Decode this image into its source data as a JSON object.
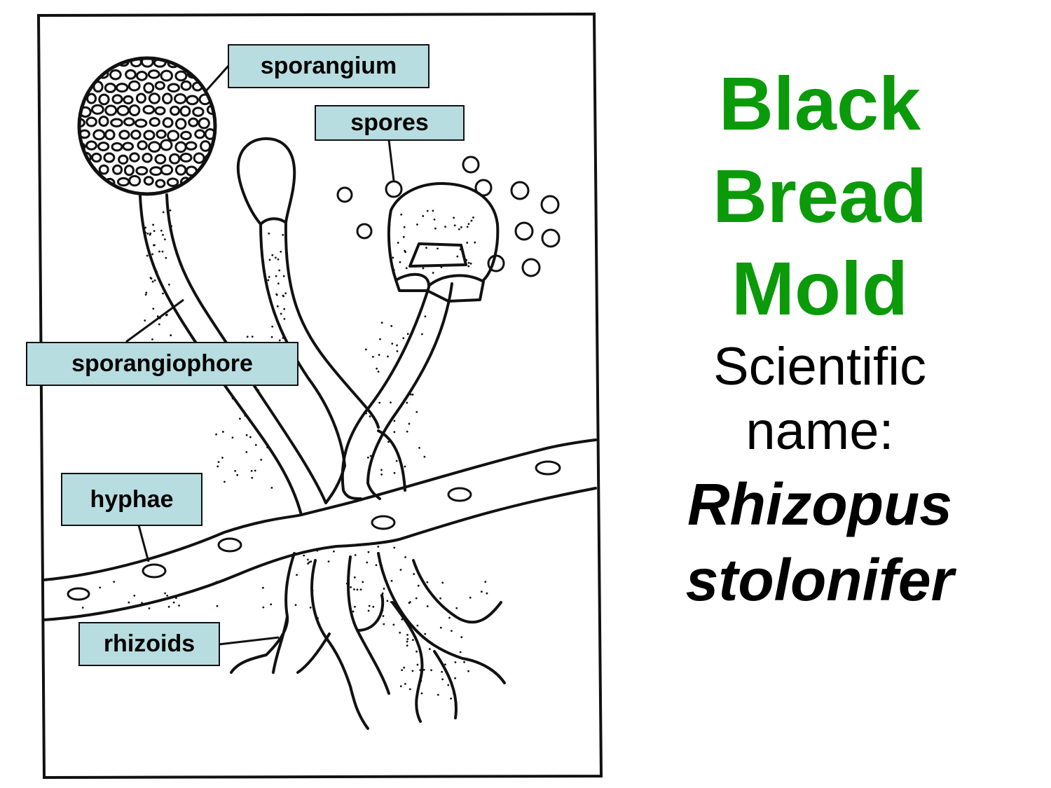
{
  "labels": {
    "sporangium": "sporangium",
    "spores": "spores",
    "sporangiophore": "sporangiophore",
    "hyphae": "hyphae",
    "rhizoids": "rhizoids"
  },
  "title": {
    "line1": "Black",
    "line2": "Bread",
    "line3": "Mold",
    "sci1": "Scientific",
    "sci2": "name:",
    "genus": "Rhizopus",
    "species": "stolonifer"
  },
  "colors": {
    "title_green": "#0a9a0a",
    "label_fill": "#b7dde0"
  }
}
